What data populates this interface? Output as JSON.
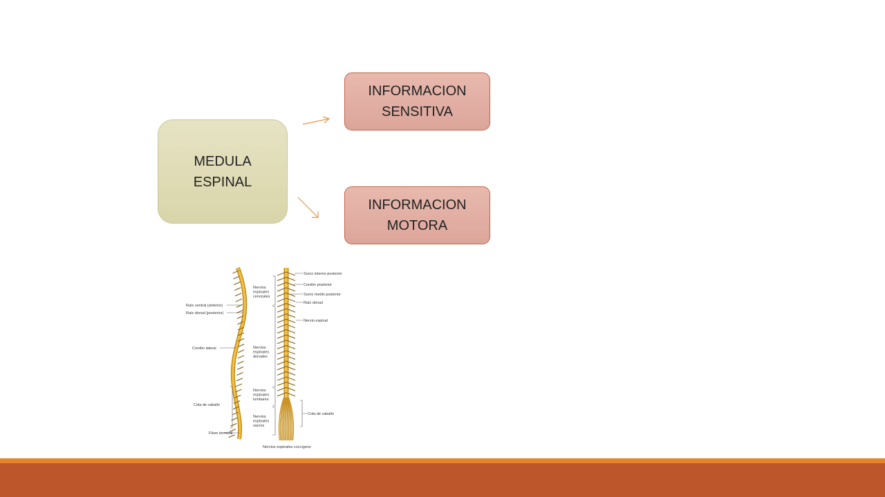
{
  "nodes": {
    "main": "MEDULA\nESPINAL",
    "sensory": "INFORMACION\nSENSITIVA",
    "motor": "INFORMACION\nMOTORA"
  },
  "figure": {
    "left_labels": [
      "Raíz ventral (anterior)",
      "Raíz dorsal (posterior)",
      "Cordón lateral",
      "Cola de caballo",
      "Filum terminal"
    ],
    "middle_labels": [
      "Nervios espinales cervicales",
      "Nervios espinales dorsales",
      "Nervios espinales lumbares",
      "Nervios espinales sacros"
    ],
    "right_labels": [
      "Surco interno posterior",
      "Cordón posterior",
      "Surco medio posterior",
      "Raíz dorsal",
      "Nervio espinal",
      "Cola de caballo"
    ],
    "bottom_label": "Nervios espinales coccígeos"
  },
  "colors": {
    "main_fill": "#e2dfbc",
    "output_fill": "#e3b0a5",
    "arrow": "#e6954a",
    "bar_thin": "#e3862a",
    "bar_thick": "#bd572b",
    "spine": "#e7b22f"
  }
}
